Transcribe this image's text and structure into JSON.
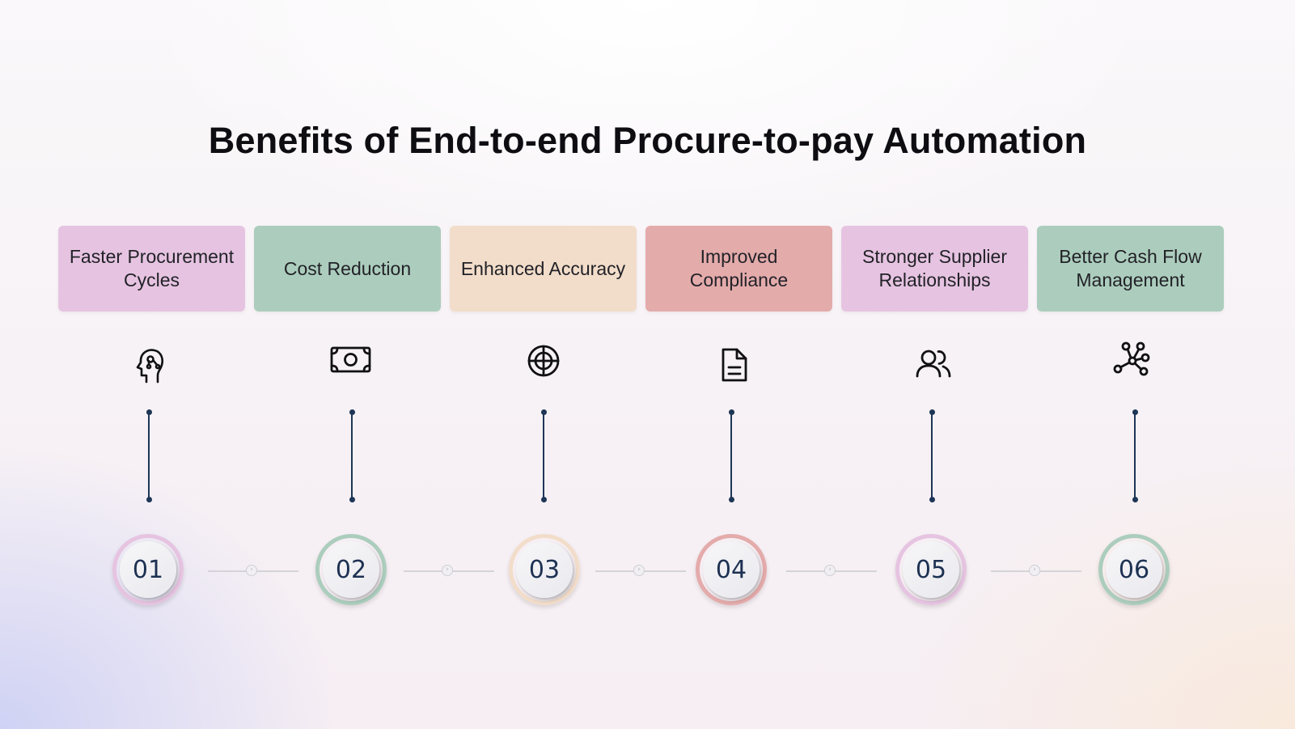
{
  "title": "Benefits of End-to-end Procure-to-pay Automation",
  "steps": [
    {
      "number": "01",
      "label": "Faster Procurement Cycles",
      "icon": "head-gear-icon",
      "color": "#e6c4e1"
    },
    {
      "number": "02",
      "label": "Cost Reduction",
      "icon": "cash-icon",
      "color": "#accdbd"
    },
    {
      "number": "03",
      "label": "Enhanced Accuracy",
      "icon": "target-icon",
      "color": "#f2ddca"
    },
    {
      "number": "04",
      "label": "Improved Compliance",
      "icon": "document-icon",
      "color": "#e4abab"
    },
    {
      "number": "05",
      "label": "Stronger Supplier Relationships",
      "icon": "users-icon",
      "color": "#e6c4e1"
    },
    {
      "number": "06",
      "label": "Better Cash Flow Management",
      "icon": "network-icon",
      "color": "#accdbd"
    }
  ],
  "colors": {
    "line": "#1e3656",
    "number_text": "#1d3152",
    "title_text": "#0d0d12"
  }
}
